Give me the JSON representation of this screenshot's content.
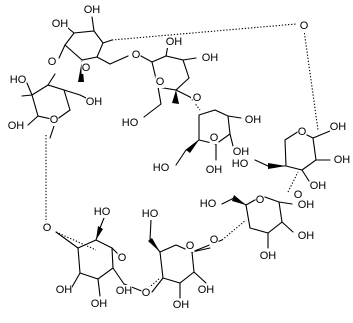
{
  "molecule": {
    "ring_oxygen_label": "O",
    "hydroxyl_label": "OH",
    "hydroxymethyl_label": "HO",
    "glycosidic_oxygen_label": "O",
    "units": 7
  }
}
